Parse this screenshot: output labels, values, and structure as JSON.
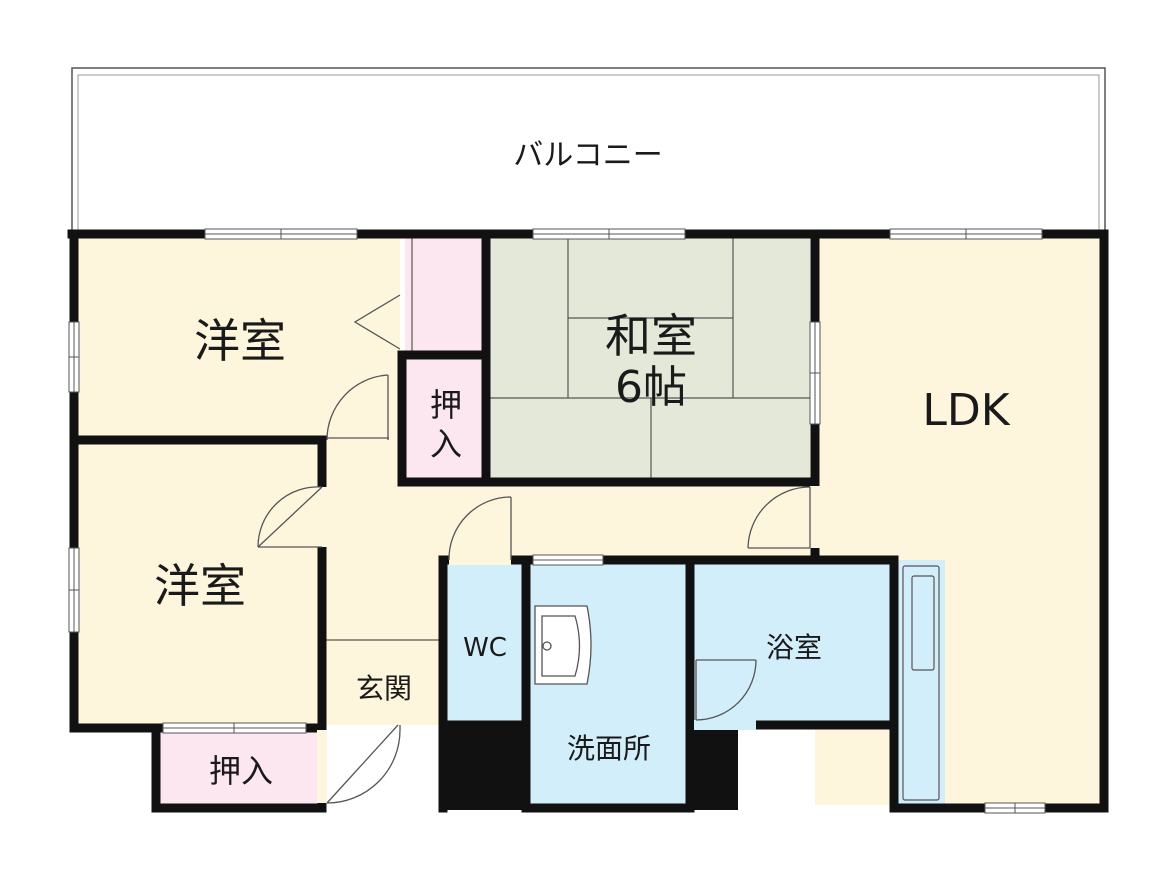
{
  "floorplan": {
    "rooms": {
      "balcony": {
        "label": "バルコニー"
      },
      "western_room_1": {
        "label": "洋室"
      },
      "western_room_2": {
        "label": "洋室"
      },
      "japanese_room": {
        "label": "和室",
        "size": "6帖"
      },
      "ldk": {
        "label": "LDK"
      },
      "closet_middle": {
        "label_line1": "押",
        "label_line2": "入"
      },
      "closet_bottom": {
        "label": "押入"
      },
      "entrance": {
        "label": "玄関"
      },
      "wc": {
        "label": "WC"
      },
      "washroom": {
        "label": "洗面所"
      },
      "bathroom": {
        "label": "浴室"
      }
    },
    "colors": {
      "wall": "#111111",
      "western_floor": "#fdf5dc",
      "japanese_floor": "#e3e8d8",
      "closet_floor": "#fce7f0",
      "water_floor": "#d2eefa",
      "corridor_floor": "#fdf5dc",
      "line": "#555555"
    }
  }
}
